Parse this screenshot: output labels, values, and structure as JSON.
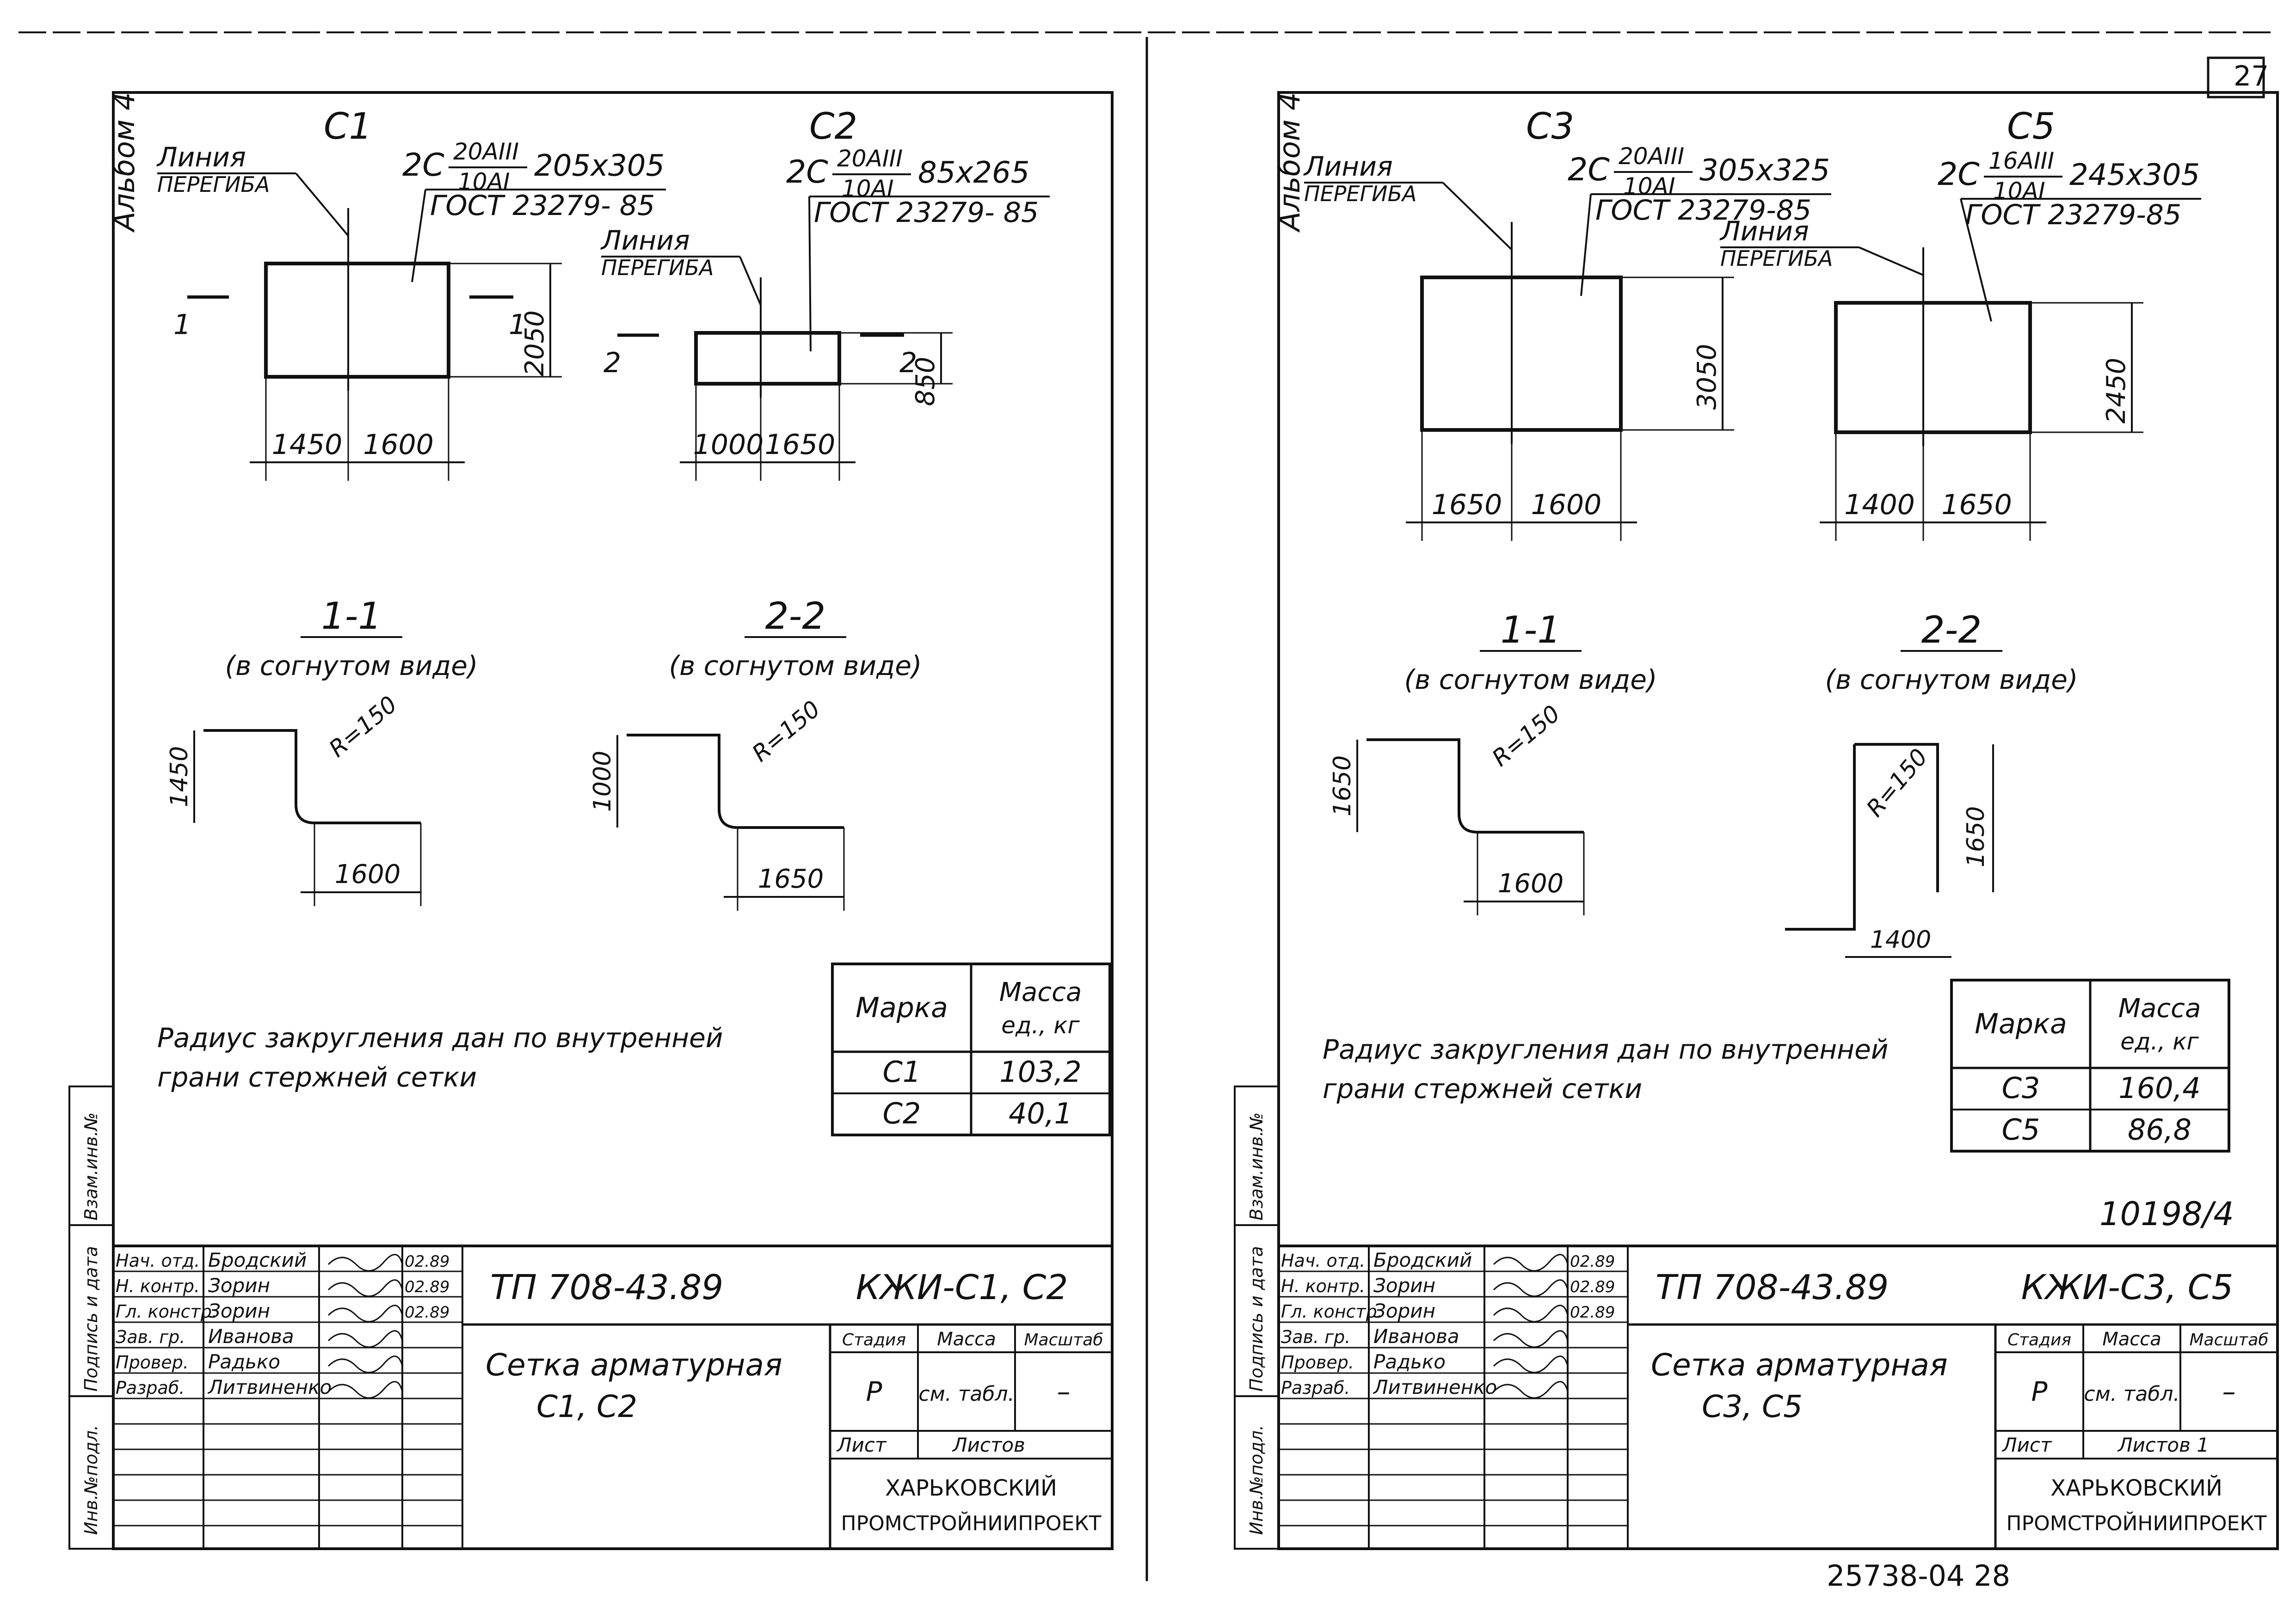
{
  "page_number": "27",
  "sheets": [
    {
      "album": "Альбом 4",
      "meshes": [
        {
          "name": "С1",
          "spec_prefix": "2С",
          "spec_top": "20АIII",
          "spec_bottom": "10АI",
          "spec_size": "205x305",
          "gost": "ГОСТ 23279- 85",
          "bend_line": [
            "Линия",
            "ПЕРЕГИБА"
          ],
          "height": "2050",
          "width_left": "1450",
          "width_right": "1600",
          "cut_marks": [
            "1",
            "1"
          ]
        },
        {
          "name": "С2",
          "spec_prefix": "2С",
          "spec_top": "20АIII",
          "spec_bottom": "10АI",
          "spec_size": "85x265",
          "gost": "ГОСТ 23279- 85",
          "bend_line": [
            "Линия",
            "ПЕРЕГИБА"
          ],
          "height": "850",
          "width_left": "1000",
          "width_right": "1650",
          "cut_marks": [
            "2",
            "2"
          ]
        }
      ],
      "sections": [
        {
          "title": "1-1",
          "subtitle": "(в согнутом виде)",
          "radius": "R=150",
          "height": "1450",
          "width": "1600"
        },
        {
          "title": "2-2",
          "subtitle": "(в согнутом виде)",
          "radius": "R=150",
          "height": "1000",
          "width": "1650"
        }
      ],
      "note": [
        "Радиус закругления дан по внутренней",
        "грани стержней сетки"
      ],
      "mass_table": {
        "col_mark": "Марка",
        "col_mass": [
          "Масса",
          "ед., кг"
        ],
        "rows": [
          [
            "С1",
            "103,2"
          ],
          [
            "С2",
            "40,1"
          ]
        ]
      },
      "sheet_ref": "",
      "title_block": {
        "side_labels": [
          "Инв.№подл.",
          "Подпись и дата",
          "Взам.инв.№"
        ],
        "roles": [
          [
            "Нач. отд.",
            "Бродский",
            "02.89"
          ],
          [
            "Н. контр.",
            "Зорин",
            "02.89"
          ],
          [
            "Гл. констр.",
            "Зорин",
            "02.89"
          ],
          [
            "Зав. гр.",
            "Иванова",
            ""
          ],
          [
            "Провер.",
            "Радько",
            ""
          ],
          [
            "Разраб.",
            "Литвиненко",
            ""
          ]
        ],
        "project": "ТП 708-43.89",
        "code": "КЖИ-С1, С2",
        "title": [
          "Сетка арматурная",
          "С1, С2"
        ],
        "stage_h": "Стадия",
        "mass_h": "Масса",
        "scale_h": "Масштаб",
        "stage": "Р",
        "mass": "см. табл.",
        "scale": "–",
        "sheet_h": "Лист",
        "sheets_h": "Листов",
        "org": [
          "ХАРЬКОВСКИЙ",
          "ПРОМСТРОЙНИИПРОЕКТ"
        ]
      }
    },
    {
      "album": "Альбом 4",
      "meshes": [
        {
          "name": "С3",
          "spec_prefix": "2С",
          "spec_top": "20АIII",
          "spec_bottom": "10АI",
          "spec_size": "305x325",
          "gost": "ГОСТ 23279-85",
          "bend_line": [
            "Линия",
            "ПЕРЕГИБА"
          ],
          "height": "3050",
          "width_left": "1650",
          "width_right": "1600",
          "cut_marks": []
        },
        {
          "name": "С5",
          "spec_prefix": "2С",
          "spec_top": "16АIII",
          "spec_bottom": "10АI",
          "spec_size": "245x305",
          "gost": "ГОСТ 23279-85",
          "bend_line": [
            "Линия",
            "ПЕРЕГИБА"
          ],
          "height": "2450",
          "width_left": "1400",
          "width_right": "1650",
          "cut_marks": []
        }
      ],
      "sections": [
        {
          "title": "1-1",
          "subtitle": "(в согнутом виде)",
          "radius": "R=150",
          "height": "1650",
          "width": "1600"
        },
        {
          "title": "2-2",
          "subtitle": "(в согнутом виде)",
          "radius": "R=150",
          "height": "1650",
          "width": "1400"
        }
      ],
      "note": [
        "Радиус закругления дан по внутренней",
        "грани стержней сетки"
      ],
      "mass_table": {
        "col_mark": "Марка",
        "col_mass": [
          "Масса",
          "ед., кг"
        ],
        "rows": [
          [
            "С3",
            "160,4"
          ],
          [
            "С5",
            "86,8"
          ]
        ]
      },
      "sheet_ref": "10198/4",
      "title_block": {
        "side_labels": [
          "Инв.№подл.",
          "Подпись и дата",
          "Взам.инв.№"
        ],
        "roles": [
          [
            "Нач. отд.",
            "Бродский",
            "02.89"
          ],
          [
            "Н. контр.",
            "Зорин",
            "02.89"
          ],
          [
            "Гл. констр.",
            "Зорин",
            "02.89"
          ],
          [
            "Зав. гр.",
            "Иванова",
            ""
          ],
          [
            "Провер.",
            "Радько",
            ""
          ],
          [
            "Разраб.",
            "Литвиненко",
            ""
          ]
        ],
        "project": "ТП 708-43.89",
        "code": "КЖИ-С3, С5",
        "title": [
          "Сетка арматурная",
          "С3, С5"
        ],
        "stage_h": "Стадия",
        "mass_h": "Масса",
        "scale_h": "Масштаб",
        "stage": "Р",
        "mass": "см. табл.",
        "scale": "–",
        "sheet_h": "Лист",
        "sheets_h": "Листов 1",
        "org": [
          "ХАРЬКОВСКИЙ",
          "ПРОМСТРОЙНИИПРОЕКТ"
        ]
      }
    }
  ],
  "footer": "25738-04   28"
}
